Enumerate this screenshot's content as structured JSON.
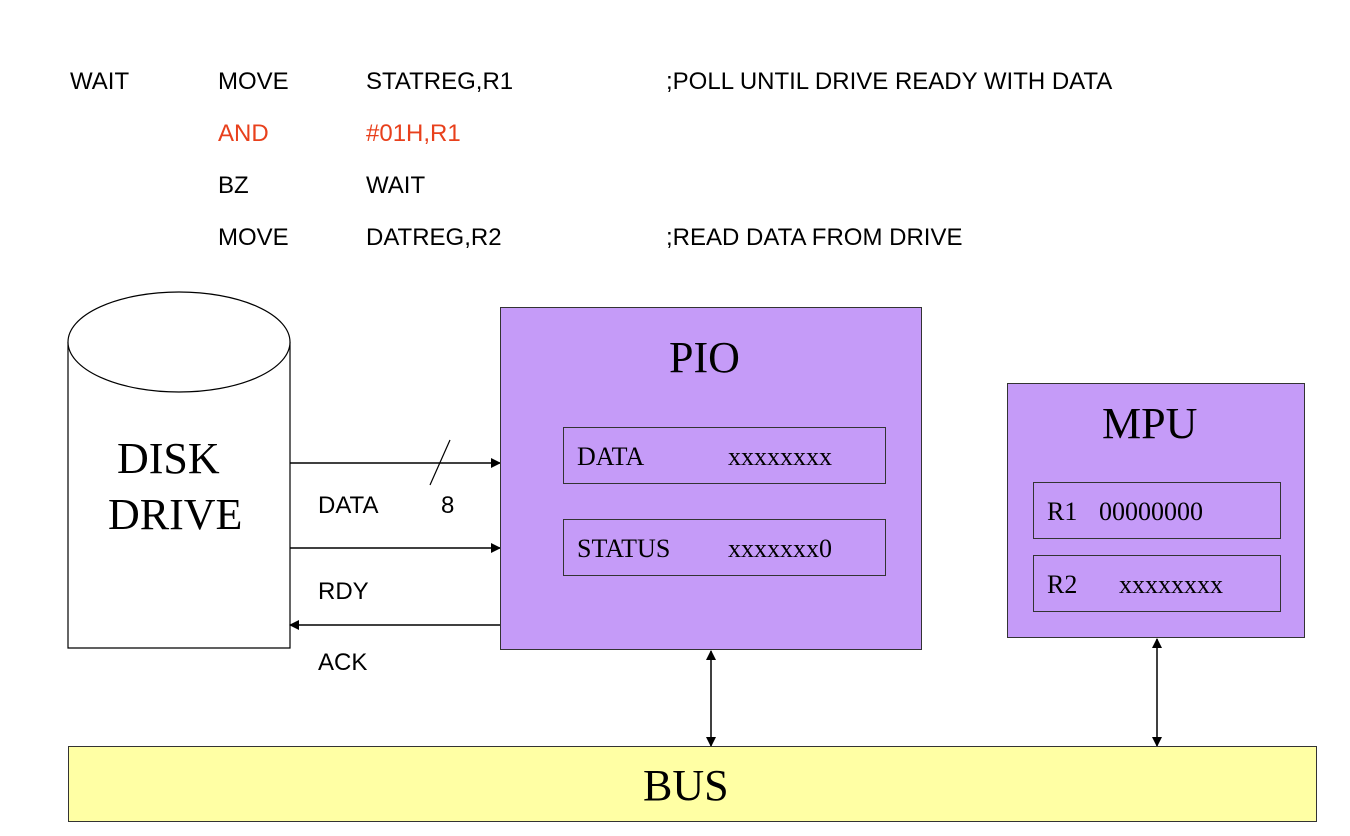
{
  "code": {
    "lines": [
      {
        "label": "WAIT",
        "op": "MOVE",
        "arg": "STATREG,R1",
        "comment": ";POLL UNTIL DRIVE READY WITH DATA"
      },
      {
        "label": "",
        "op": "AND",
        "arg": "#01H,R1",
        "comment": ""
      },
      {
        "label": "",
        "op": "BZ",
        "arg": "WAIT",
        "comment": ""
      },
      {
        "label": "",
        "op": "MOVE",
        "arg": "DATREG,R2",
        "comment": ";READ DATA FROM DRIVE"
      }
    ],
    "highlight_color": "#e8401c"
  },
  "disk": {
    "line1": "DISK",
    "line2": "DRIVE"
  },
  "signals": {
    "data": "DATA",
    "width": "8",
    "rdy": "RDY",
    "ack": "ACK"
  },
  "pio": {
    "title": "PIO",
    "data_reg": {
      "name": "DATA",
      "value": "xxxxxxxx"
    },
    "status_reg": {
      "name": "STATUS",
      "value": "xxxxxxx0"
    }
  },
  "mpu": {
    "title": "MPU",
    "r1": {
      "name": "R1",
      "value": "00000000"
    },
    "r2": {
      "name": "R2",
      "value": "xxxxxxxx"
    }
  },
  "bus": {
    "label": "BUS"
  },
  "colors": {
    "block_fill": "#c59bf8",
    "bus_fill": "#ffffa4"
  }
}
